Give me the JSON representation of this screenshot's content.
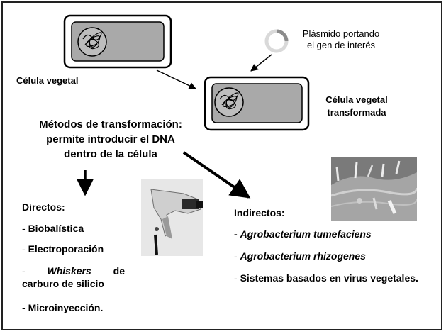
{
  "plant_cell_label": "Célula vegetal",
  "plasmid_label": [
    "Plásmido portando",
    "el gen de interés"
  ],
  "transformed_cell_label": [
    "Célula vegetal",
    "transformada"
  ],
  "methods_heading": [
    "Métodos de transformación:",
    "permite introducir el DNA",
    "dentro de la célula"
  ],
  "direct": {
    "heading": "Directos:",
    "items": [
      {
        "prefix": "- ",
        "text": "Biobalística"
      },
      {
        "prefix": "- ",
        "text": "Electroporación"
      },
      {
        "prefix": "- ",
        "italic": "Whiskers",
        "text": " de carburo de silicio"
      },
      {
        "prefix": "- ",
        "text": "Microinyección."
      }
    ]
  },
  "indirect": {
    "heading": "Indirectos:",
    "items": [
      {
        "prefix": "- ",
        "italic": "Agrobacterium tumefaciens"
      },
      {
        "prefix": "- ",
        "italic": "Agrobacterium rhizogenes"
      },
      {
        "prefix": "- ",
        "text": "Sistemas basados en virus vegetales."
      }
    ]
  }
}
